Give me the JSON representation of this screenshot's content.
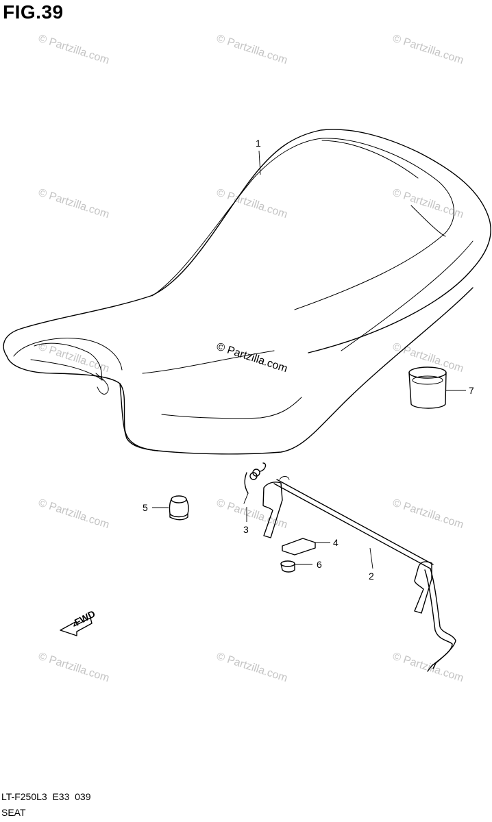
{
  "figure": {
    "title": "FIG.39",
    "model_code": "LT-F250L3  E33  039",
    "section_name": "SEAT"
  },
  "callouts": [
    {
      "number": "1",
      "part": "seat"
    },
    {
      "number": "2",
      "part": "seat-lock-rod"
    },
    {
      "number": "3",
      "part": "spring"
    },
    {
      "number": "4",
      "part": "plate"
    },
    {
      "number": "5",
      "part": "cushion"
    },
    {
      "number": "6",
      "part": "nut"
    },
    {
      "number": "7",
      "part": "cushion"
    }
  ],
  "fwd_arrow": {
    "label": "FWD"
  },
  "watermark": {
    "text": "© Partzilla.com"
  }
}
